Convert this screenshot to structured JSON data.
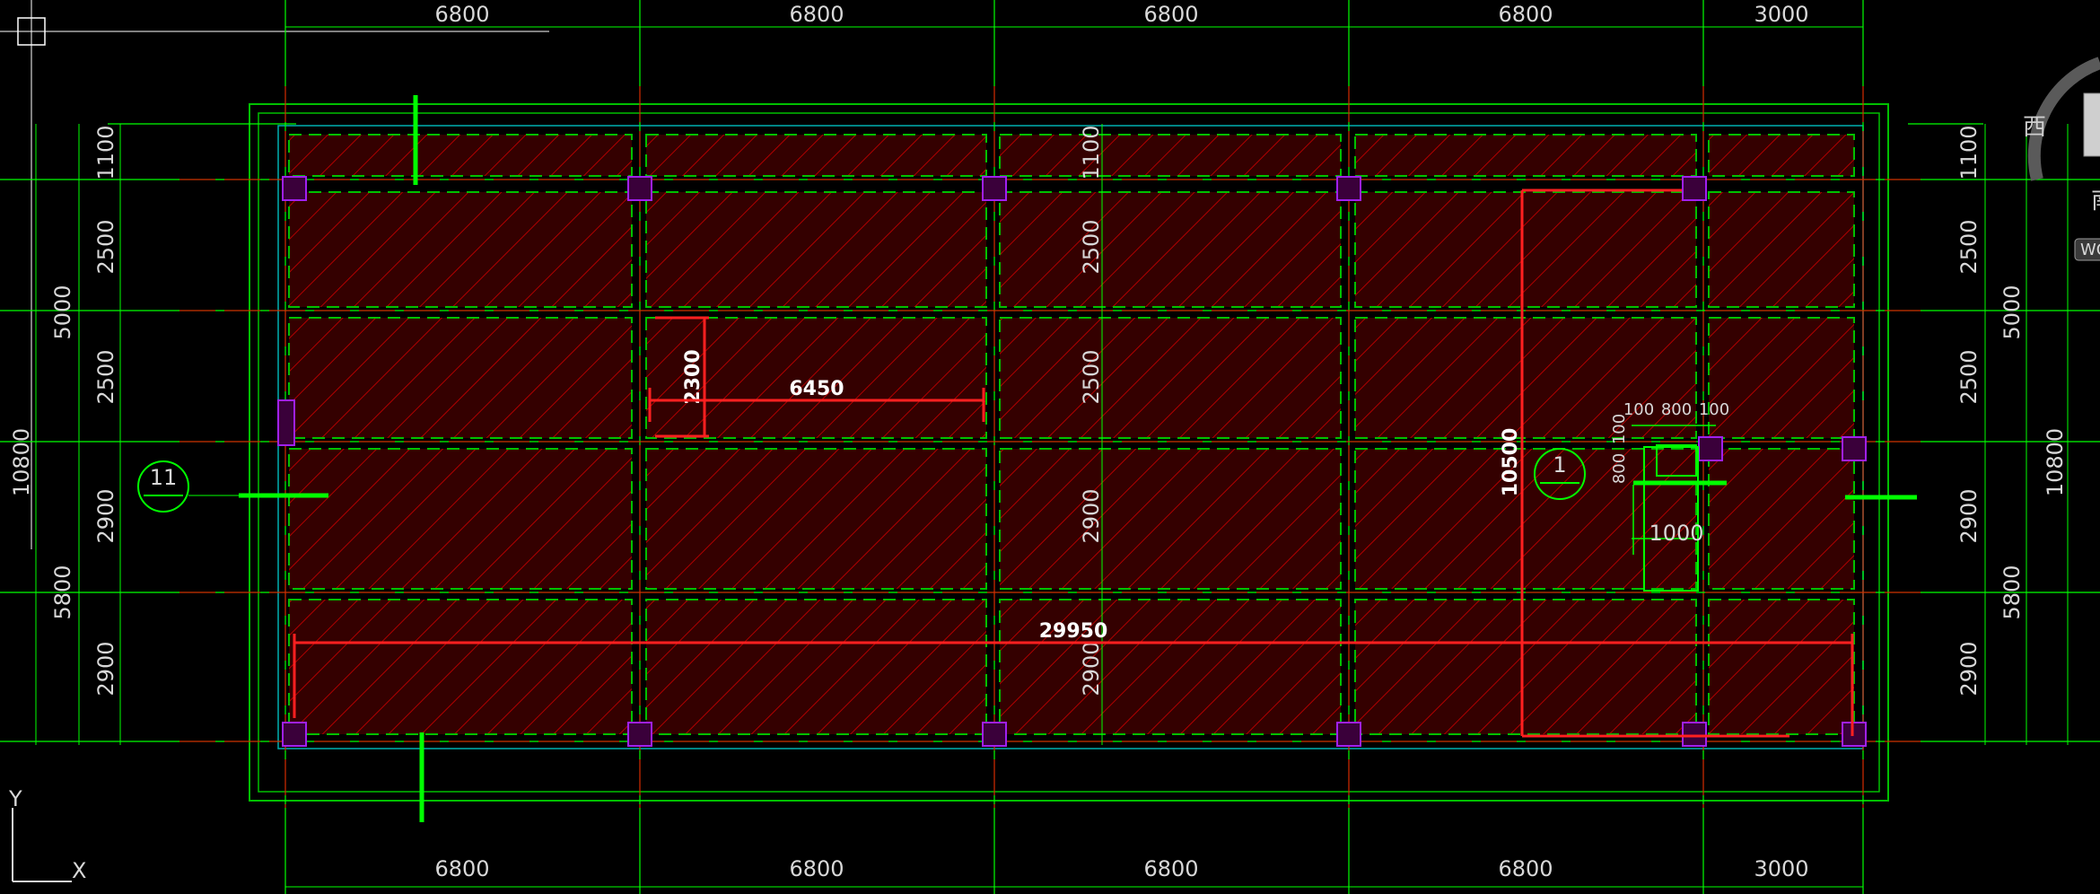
{
  "drawing": {
    "top_dims": [
      "6800",
      "6800",
      "6800",
      "6800",
      "3000"
    ],
    "bottom_dims": [
      "6800",
      "6800",
      "6800",
      "6800",
      "3000"
    ],
    "left_row_dims": [
      "1100",
      "2500",
      "2500",
      "2900",
      "2900"
    ],
    "left_group_dims": [
      "5000",
      "5800"
    ],
    "left_total": "10800",
    "mid_row_dims": [
      "1100",
      "2500",
      "2500",
      "2900",
      "2900"
    ],
    "right_row_dims": [
      "1100",
      "2500",
      "2500",
      "2900",
      "2900"
    ],
    "right_group_dims": [
      "5000",
      "5800"
    ],
    "right_total": "10800",
    "section_marks": [
      "11",
      "1"
    ],
    "red_dims": {
      "len_2300": "2300",
      "len_6450": "6450",
      "len_10500": "10500",
      "len_29950": "29950"
    },
    "detail_dims": {
      "d100_a": "100",
      "d800_a": "800",
      "d100_b": "100",
      "d100_c": "100",
      "d800_b": "800",
      "d1000": "1000"
    },
    "axis": {
      "x": "X",
      "y": "Y"
    },
    "viewcube": {
      "west": "西",
      "south": "南",
      "wcs": "WCS"
    }
  },
  "colors": {
    "background": "#000000",
    "grid_green": "#00ff00",
    "beam_green": "#00c000",
    "axis_red": "#ff0000",
    "hatch_red": "#b00000",
    "column_purple": "#a020f0",
    "text_gray": "#d8d8d8"
  }
}
